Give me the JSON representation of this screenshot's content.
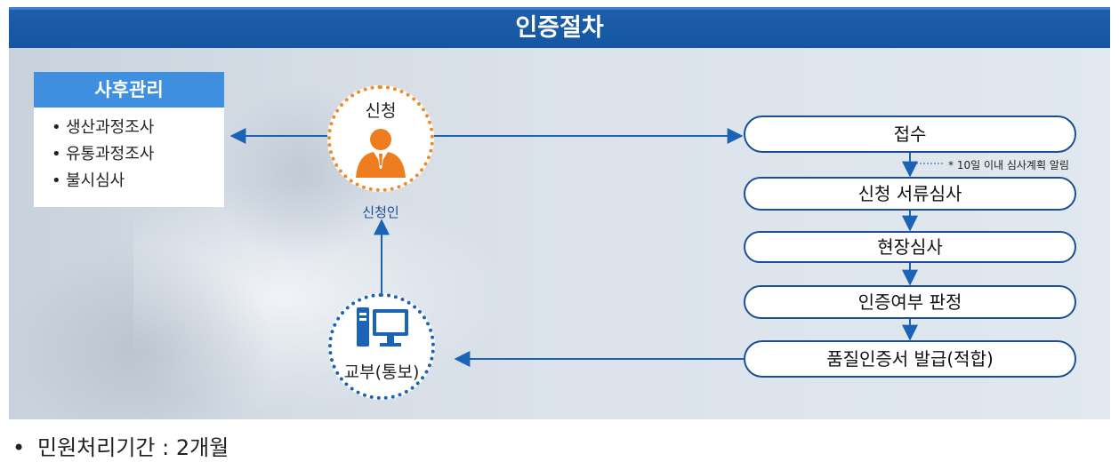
{
  "header": {
    "title": "인증절차"
  },
  "post_management": {
    "title": "사후관리",
    "items": [
      "생산과정조사",
      "유통과정조사",
      "불시심사"
    ]
  },
  "applicant": {
    "circle_label": "신청",
    "caption": "신청인",
    "icon": "person-icon"
  },
  "delivery": {
    "circle_label": "교부(통보)",
    "icon": "computer-icon"
  },
  "steps": [
    "접수",
    "신청 서류심사",
    "현장심사",
    "인증여부 판정",
    "품질인증서 발급(적합)"
  ],
  "note": "* 10일 이내 심사계획 알림",
  "footer": {
    "text": "민원처리기간 : 2개월"
  },
  "colors": {
    "header": "#1456a2",
    "accent_blue": "#3f8fe0",
    "orange": "#f08a2a",
    "line": "#1a4f96"
  }
}
